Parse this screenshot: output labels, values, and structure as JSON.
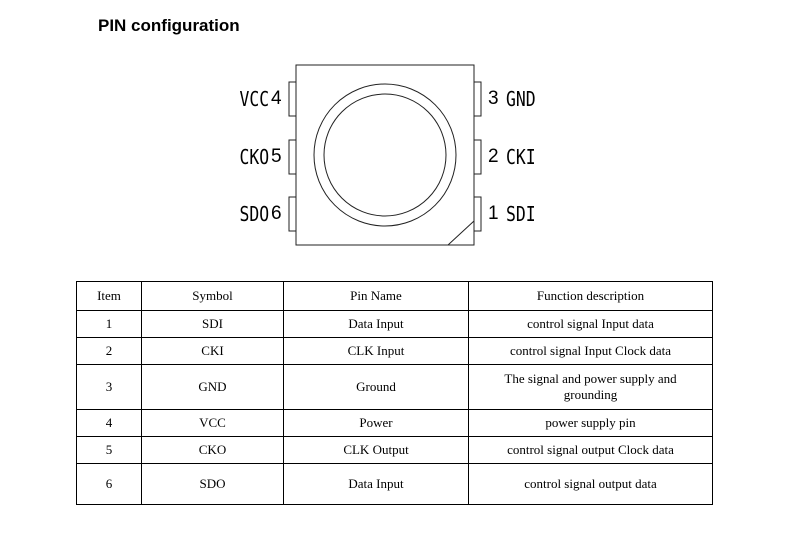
{
  "heading": "PIN configuration",
  "diagram": {
    "left_pins": [
      {
        "symbol": "VCC",
        "number": "4"
      },
      {
        "symbol": "CKO",
        "number": "5"
      },
      {
        "symbol": "SDO",
        "number": "6"
      }
    ],
    "right_pins": [
      {
        "symbol": "GND",
        "number": "3"
      },
      {
        "symbol": "CKI",
        "number": "2"
      },
      {
        "symbol": "SDI",
        "number": "1"
      }
    ]
  },
  "table": {
    "headers": [
      "Item",
      "Symbol",
      "Pin Name",
      "Function description"
    ],
    "rows": [
      {
        "item": "1",
        "symbol": "SDI",
        "name": "Data Input",
        "function": "control signal Input data"
      },
      {
        "item": "2",
        "symbol": "CKI",
        "name": "CLK Input",
        "function": "control signal Input Clock data"
      },
      {
        "item": "3",
        "symbol": "GND",
        "name": "Ground",
        "function": "The signal and power supply and grounding"
      },
      {
        "item": "4",
        "symbol": "VCC",
        "name": "Power",
        "function": "power supply pin"
      },
      {
        "item": "5",
        "symbol": "CKO",
        "name": "CLK Output",
        "function": "control signal output Clock data"
      },
      {
        "item": "6",
        "symbol": "SDO",
        "name": "Data Input",
        "function": "control signal output data"
      }
    ]
  }
}
